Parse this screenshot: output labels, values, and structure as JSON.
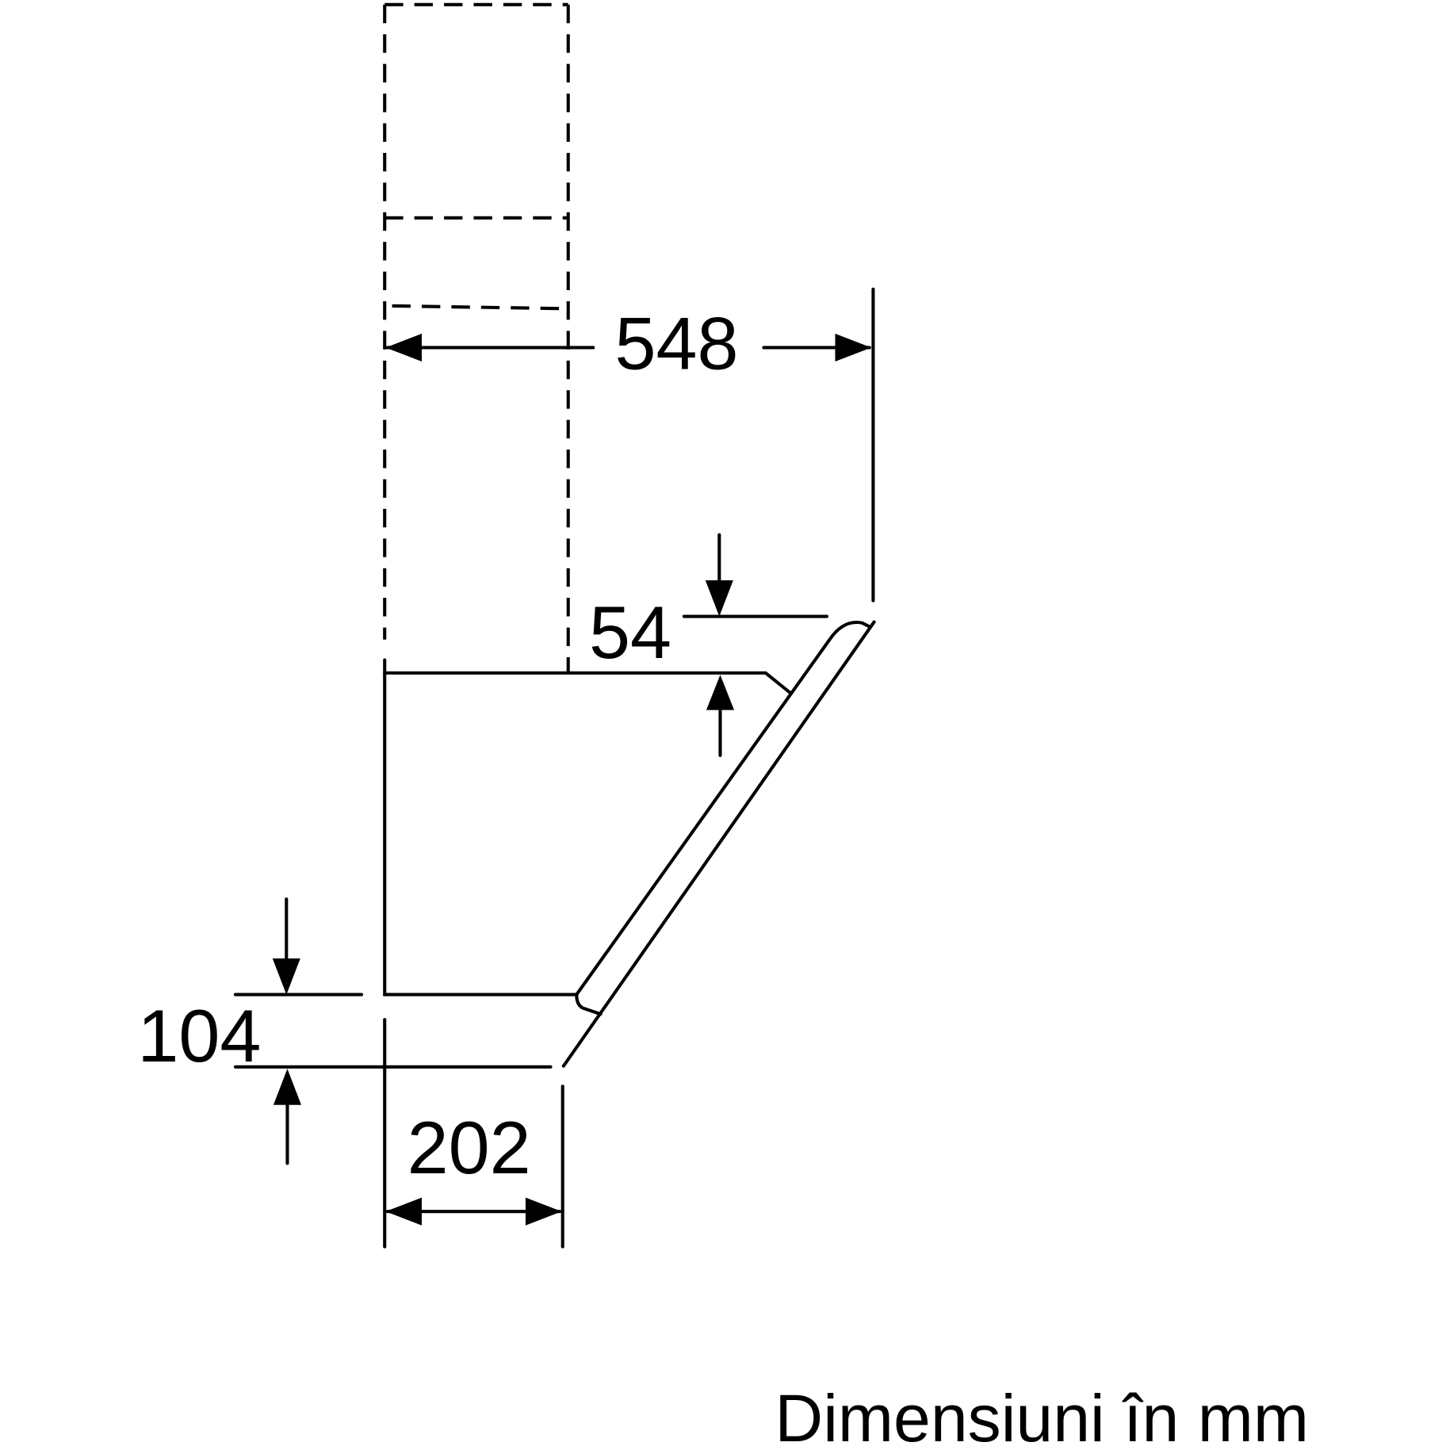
{
  "dimensions": {
    "width_total": "548",
    "top_offset": "54",
    "bottom_height": "104",
    "depth_bottom": "202"
  },
  "caption": "Dimensiuni în mm"
}
